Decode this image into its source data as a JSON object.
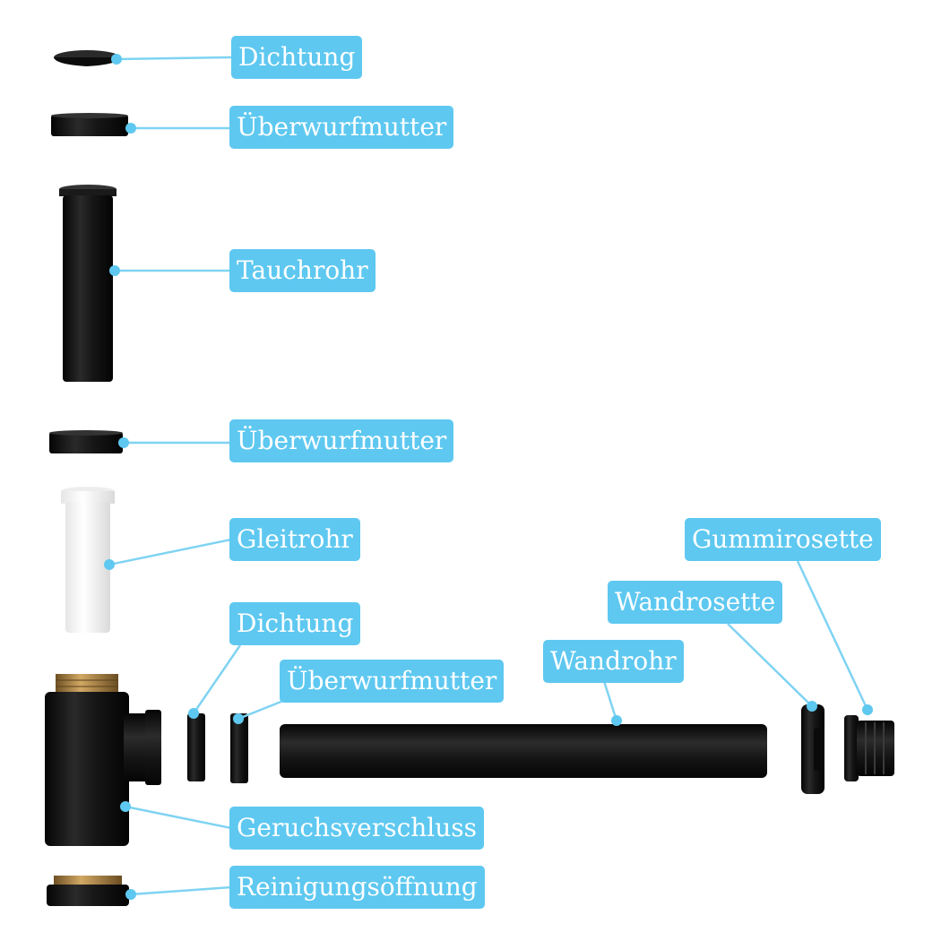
{
  "labels": {
    "dichtung_top": "Dichtung",
    "ueberwurfmutter_1": "Überwurfmutter",
    "tauchrohr": "Tauchrohr",
    "ueberwurfmutter_2": "Überwurfmutter",
    "gleitrohr": "Gleitrohr",
    "dichtung_side": "Dichtung",
    "ueberwurfmutter_side": "Überwurfmutter",
    "wandrohr": "Wandrohr",
    "wandrosette": "Wandrosette",
    "gummirosette": "Gummirosette",
    "geruchsverschluss": "Geruchsverschluss",
    "reinigungsoeffnung": "Reinigungsöffnung"
  },
  "colors": {
    "label_bg": "#5ec8f0",
    "leader": "#7fd3f2",
    "part_black": "#151515",
    "part_white": "#f4f4f4",
    "brass": "#b58a4c"
  }
}
